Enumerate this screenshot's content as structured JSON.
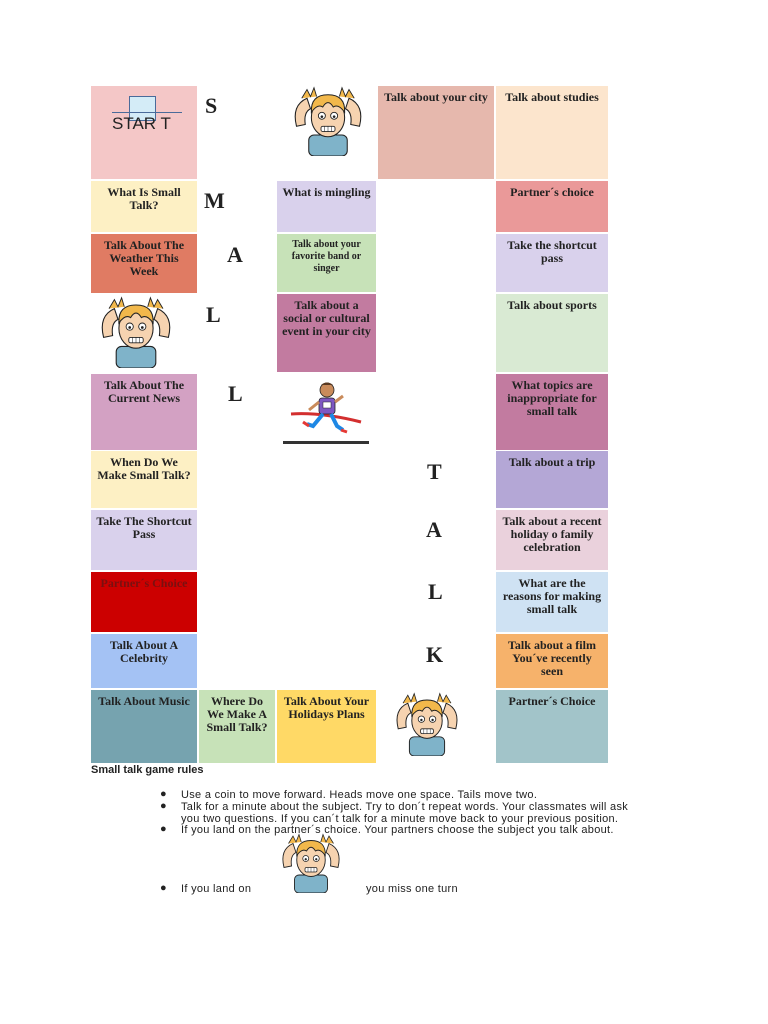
{
  "board": {
    "start_label": "STAR T",
    "cells": {
      "what_is_small_talk": "What Is Small Talk?",
      "weather": "Talk About The Weather This Week",
      "current_news": "Talk About The Current News",
      "when_small_talk": "When Do We Make Small Talk?",
      "shortcut_pass_left": "Take The Shortcut Pass",
      "partners_choice_left": "Partner´s Choice",
      "celebrity": "Talk About A Celebrity",
      "music": "Talk About Music",
      "where_small_talk": "Where Do We Make A Small Talk?",
      "holidays_plans": "Talk About Your Holidays Plans",
      "mingling": "What is mingling",
      "favorite_band": "Talk about your favorite band or singer",
      "social_event": "Talk about a social or cultural event in your city",
      "your_city": "Talk about your city",
      "studies": "Talk about studies",
      "partners_choice_r1": "Partner´s choice",
      "shortcut_pass_right": "Take the shortcut pass",
      "sports": "Talk about sports",
      "inappropriate": "What topics are inappropriate for small talk",
      "trip": "Talk about a trip",
      "recent_holiday": "Talk about a recent holiday o family celebration",
      "reasons": "What are the reasons for making small talk",
      "film": "Talk about a film You´ve recently seen",
      "partners_choice_r2": "Partner´s Choice"
    },
    "letters": {
      "s": "S",
      "m": "M",
      "a1": "A",
      "l1": "L",
      "l2": "L",
      "t": "T",
      "a2": "A",
      "l3": "L",
      "k": "K"
    }
  },
  "rules": {
    "title": "Small talk game rules",
    "bullet": "●",
    "items": [
      "Use a coin to move forward. Heads move one space. Tails move two.",
      "Talk for a minute about the subject. Try to don´t repeat words. Your classmates will ask",
      "you two questions. If you can´t talk for a minute move back to your previous position.",
      "If you land on the partner´s choice. Your partners choose the subject you talk about."
    ],
    "miss_turn_prefix": "If you land on",
    "miss_turn_suffix": "you miss one turn"
  },
  "colors": {
    "pink": "#f4c7c7",
    "cream": "#fdf0c4",
    "salmon": "#e07b63",
    "lavender": "#d9d1ec",
    "mauve": "#d3a1c3",
    "red": "#cc0000",
    "blue": "#a4c2f4",
    "teal": "#76a3af",
    "green": "#c7e2b8",
    "yellow": "#ffd966",
    "plum": "#c27ba0",
    "rose": "#e6b8ad",
    "peach": "#fce5cd",
    "coral": "#ea9999",
    "mint": "#d9ead3",
    "purple": "#b4a7d6",
    "lightpink": "#ead1dc",
    "lightblue": "#cfe2f3",
    "orange": "#f6b26b",
    "grayteal": "#a2c4c9"
  },
  "icons": {
    "frustrated_person": "frustrated-person-icon",
    "runner": "runner-finish-icon"
  }
}
